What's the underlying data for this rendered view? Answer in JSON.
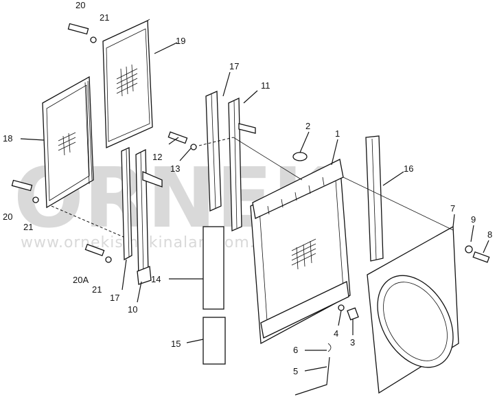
{
  "watermark": {
    "brand": "ORNEK",
    "url": "www.ornekismakinalari.com.tr"
  },
  "callouts": {
    "p1": "1",
    "p2": "2",
    "p3": "3",
    "p4": "4",
    "p5": "5",
    "p6": "6",
    "p7": "7",
    "p8": "8",
    "p9": "9",
    "p10": "10",
    "p11": "11",
    "p12": "12",
    "p13": "13",
    "p14": "14",
    "p15": "15",
    "p16": "16",
    "p17a": "17",
    "p17b": "17",
    "p18": "18",
    "p19": "19",
    "p20a": "20",
    "p20b": "20",
    "p20A": "20A",
    "p21a": "21",
    "p21b": "21",
    "p21c": "21"
  }
}
